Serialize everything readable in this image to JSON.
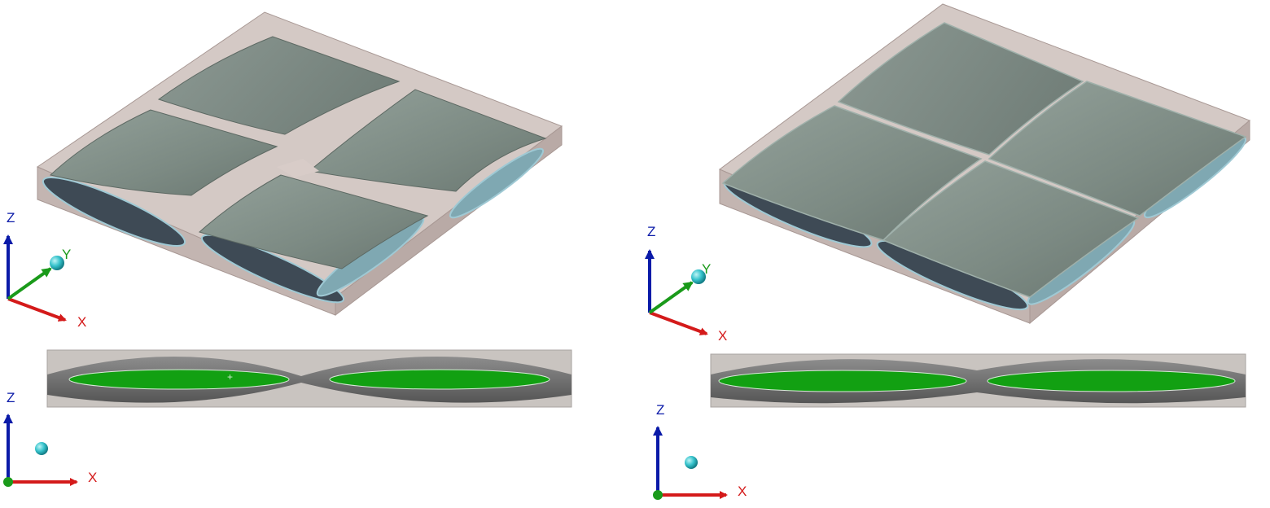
{
  "colors": {
    "background": "#ffffff",
    "matrix": "#cdbfbb",
    "matrix_edge": "#a89894",
    "fiber_top": "#7f8d86",
    "fiber_highlight": "#9aa7a0",
    "fiber_underside": "#3e4a55",
    "fiber_edge_glow": "#9fc9d4",
    "section_fill": "#12a012",
    "section_band": "#6e6e6e",
    "section_bg": "#c9c4c0",
    "axis_x": "#d41a1a",
    "axis_y": "#1a9a1a",
    "axis_z": "#0a1aa8"
  },
  "panels": [
    {
      "id": "woven-gapped",
      "iso_triad": {
        "x": "X",
        "y": "Y",
        "z": "Z"
      },
      "front_triad": {
        "x": "X",
        "z": "Z"
      }
    },
    {
      "id": "woven-compact",
      "iso_triad": {
        "x": "X",
        "y": "Y",
        "z": "Z"
      },
      "front_triad": {
        "x": "X",
        "z": "Z"
      }
    }
  ],
  "icons": {
    "view-point": "sphere-icon",
    "origin": "origin-dot-icon"
  }
}
